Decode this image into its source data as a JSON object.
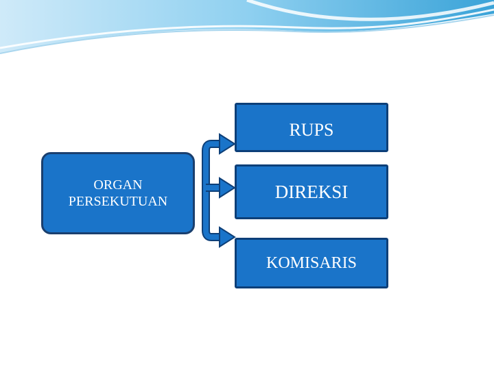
{
  "diagram": {
    "root": {
      "lines": [
        "ORGAN",
        "PERSEKUTUAN"
      ]
    },
    "branches": [
      {
        "label": "RUPS"
      },
      {
        "label": "DIREKSI"
      },
      {
        "label": "KOMISARIS"
      }
    ],
    "colors": {
      "node_fill": "#1a74c9",
      "node_border": "#0d3f78",
      "text": "#ffffff",
      "banner_light": "#bfe3f7",
      "banner_dark": "#3a9bd2"
    }
  }
}
